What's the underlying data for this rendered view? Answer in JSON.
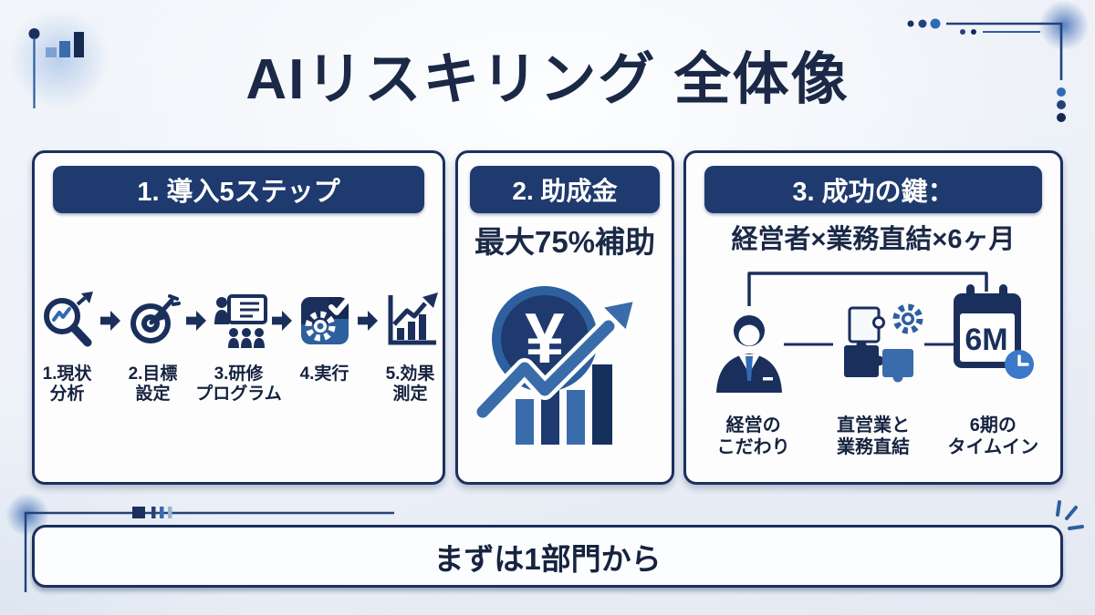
{
  "title": "AIリスキリング 全体像",
  "colors": {
    "navy_header": "#1e3a6e",
    "dark_navy": "#1b2f5c",
    "text_dark": "#16233f",
    "blue": "#2e6cb5",
    "medium_blue": "#3a6cab",
    "light_blue": "#7da2d4",
    "background": "#ecf0f7"
  },
  "panels": {
    "steps": {
      "header": "1. 導入5ステップ",
      "items": [
        {
          "icon": "magnifier-chart-icon",
          "label": "1.現状\n分析"
        },
        {
          "icon": "target-dart-icon",
          "label": "2.目標\n設定"
        },
        {
          "icon": "training-presentation-icon",
          "label": "3.研修\nプログラム"
        },
        {
          "icon": "gear-check-icon",
          "label": "4.実行"
        },
        {
          "icon": "growth-chart-icon",
          "label": "5.効果\n測定"
        }
      ]
    },
    "subsidy": {
      "header": "2. 助成金",
      "subtitle": "最大75%補助",
      "currency_symbol": "¥"
    },
    "success": {
      "header": "3. 成功の鍵：",
      "subtitle": "経営者×業務直結×6ヶ月",
      "calendar_text": "6M",
      "items": [
        {
          "icon": "executive-icon",
          "label": "経営の\nこだわり"
        },
        {
          "icon": "puzzle-gear-icon",
          "label": "直営業と\n業務直結"
        },
        {
          "icon": "calendar-clock-icon",
          "label": "6期の\nタイムイン"
        }
      ]
    }
  },
  "footer": {
    "message": "まずは1部門から"
  }
}
